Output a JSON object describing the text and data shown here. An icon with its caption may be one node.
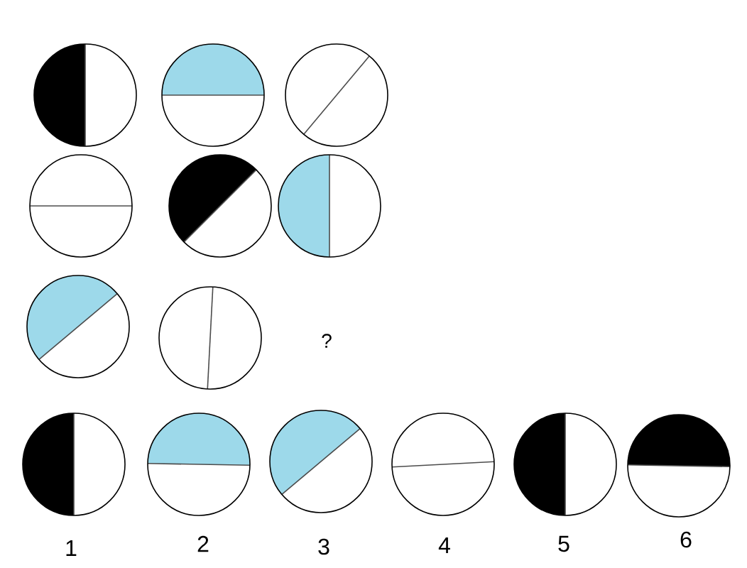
{
  "diagram": {
    "nodes": [
      {
        "text": [],
        "shape": "circle"
      },
      {
        "text": [],
        "shape": "circle"
      },
      {
        "text": [],
        "shape": "circle"
      },
      {
        "text": [],
        "shape": "circle"
      },
      {
        "text": [],
        "shape": "circle"
      },
      {
        "text": [],
        "shape": "circle"
      },
      {
        "text": [],
        "shape": "circle"
      },
      {
        "text": [],
        "shape": "circle"
      },
      {
        "text": [],
        "shape": "circle",
        "beside": [
          "1"
        ]
      },
      {
        "text": [],
        "shape": "circle",
        "beside": [
          "2"
        ]
      },
      {
        "text": [],
        "shape": "circle",
        "beside": [
          "3"
        ]
      },
      {
        "text": [],
        "shape": "circle",
        "beside": [
          "4"
        ]
      },
      {
        "text": [],
        "shape": "circle",
        "beside": [
          "5"
        ]
      },
      {
        "text": [],
        "shape": "circle",
        "beside": [
          "6"
        ]
      }
    ],
    "labels": [
      "?"
    ]
  }
}
